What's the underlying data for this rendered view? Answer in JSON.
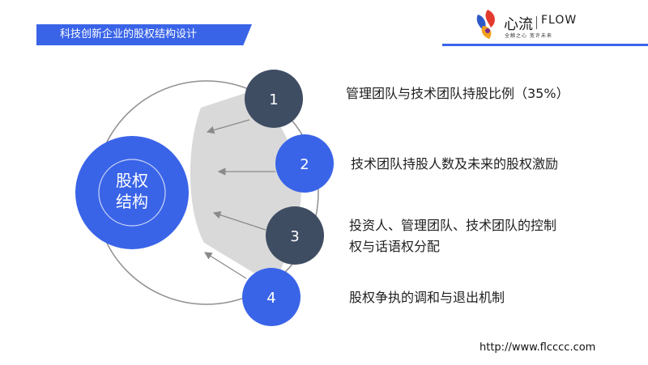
{
  "header": {
    "title": "科技创新企业的股权结构设计"
  },
  "logo": {
    "name_cn": "心流",
    "name_en": "FLOW",
    "slogan": "全触之心 宽许未来"
  },
  "diagram": {
    "center_label_line1": "股权",
    "center_label_line2": "结构",
    "nodes": [
      {
        "number": "1",
        "text": "管理团队与技术团队持股比例（35%）"
      },
      {
        "number": "2",
        "text": "技术团队持股人数及未来的股权激励"
      },
      {
        "number": "3",
        "text_line1": "投资人、管理团队、技术团队的控制",
        "text_line2": "权与话语权分配"
      },
      {
        "number": "4",
        "text": "股权争执的调和与退出机制"
      }
    ]
  },
  "footer": {
    "url": "http://www.flcccc.com"
  },
  "colors": {
    "accent_blue": "#3a64e8",
    "dark_slate": "#3f4d63",
    "gray_fan": "#d9d9d9"
  }
}
